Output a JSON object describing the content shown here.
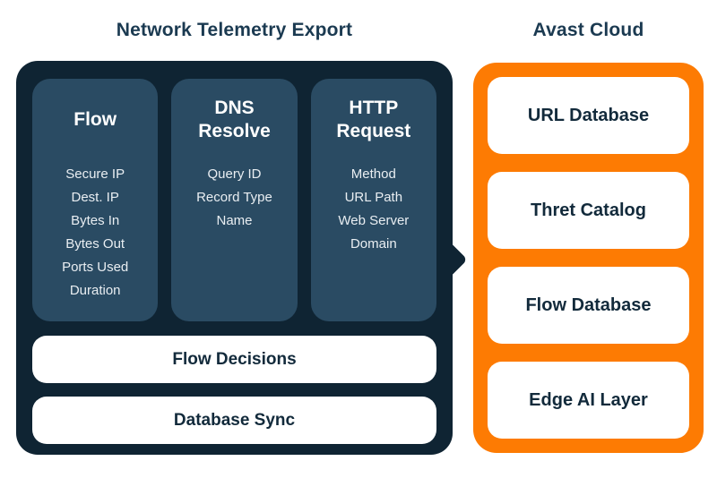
{
  "colors": {
    "panel_dark_navy": "#0f2433",
    "column_slate_blue": "#2a4b63",
    "avast_orange": "#fd7b03",
    "title_navy": "#1b3a51",
    "label_dark_navy": "#122a3b",
    "item_text_light": "#e9eef2",
    "background": "#ffffff"
  },
  "left_panel": {
    "title": "Network Telemetry Export",
    "columns": [
      {
        "title": "Flow",
        "items": [
          "Secure IP",
          "Dest. IP",
          "Bytes In",
          "Bytes Out",
          "Ports Used",
          "Duration"
        ]
      },
      {
        "title": "DNS Resolve",
        "items": [
          "Query ID",
          "Record Type",
          "Name"
        ]
      },
      {
        "title": "HTTP Request",
        "items": [
          "Method",
          "URL Path",
          "Web Server Domain"
        ]
      }
    ],
    "bars": [
      {
        "label": "Flow Decisions"
      },
      {
        "label": "Database Sync"
      }
    ]
  },
  "right_panel": {
    "title": "Avast Cloud",
    "boxes": [
      {
        "label": "URL Database"
      },
      {
        "label": "Thret Catalog"
      },
      {
        "label": "Flow Database"
      },
      {
        "label": "Edge AI Layer"
      }
    ]
  }
}
